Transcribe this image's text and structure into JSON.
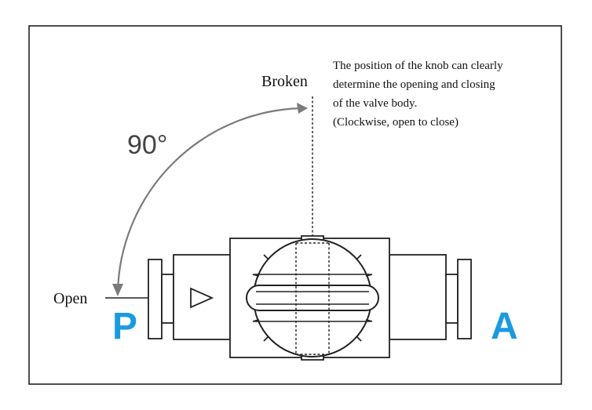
{
  "diagram": {
    "labels": {
      "broken": "Broken",
      "open": "Open",
      "angle": "90°",
      "port_left": "P",
      "port_right": "A"
    },
    "note_lines": [
      "The position of the knob can clearly",
      "determine the opening and closing",
      "of the valve body.",
      "(Clockwise, open to close)"
    ],
    "colors": {
      "port_letters": "#1a9ae0",
      "arc": "#7a7a7a",
      "lines": "#222222"
    }
  }
}
